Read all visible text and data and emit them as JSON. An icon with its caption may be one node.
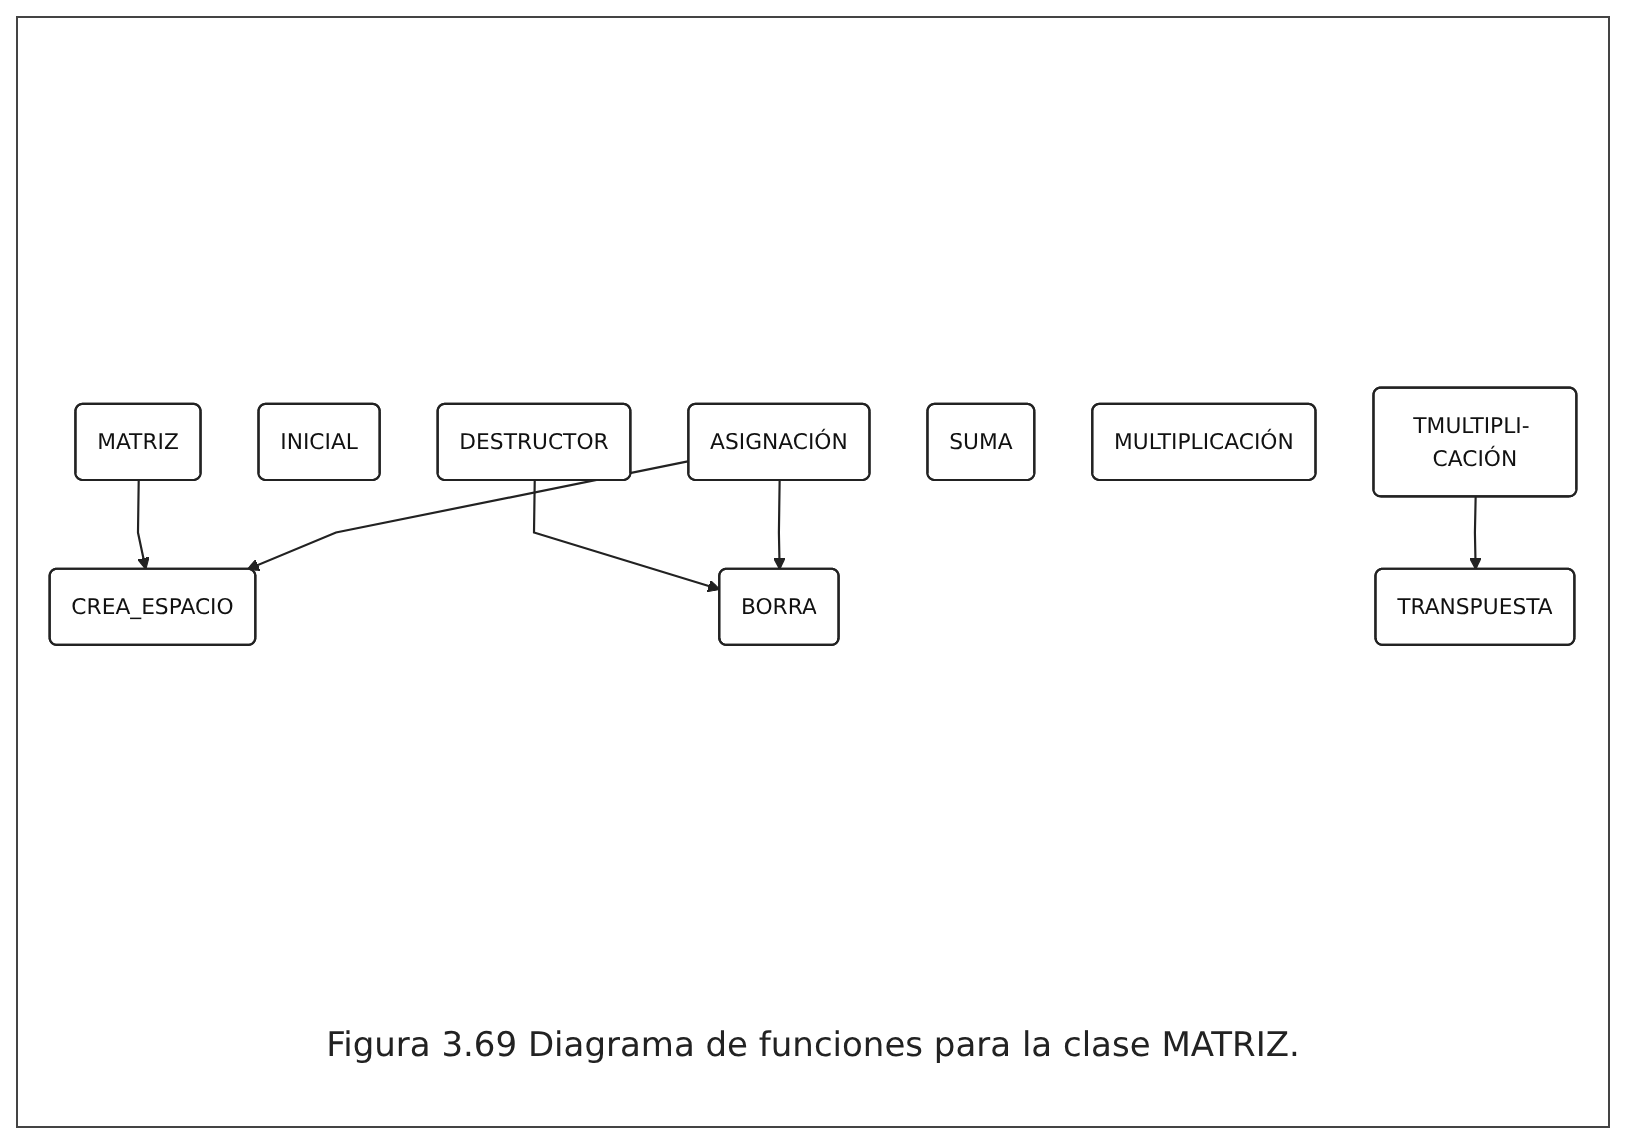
{
  "diagram": {
    "caption": "Figura 3.69 Diagrama de funciones para la clase MATRIZ.",
    "nodes": [
      {
        "text": [
          "MATRIZ"
        ]
      },
      {
        "text": [
          "INICIAL"
        ]
      },
      {
        "text": [
          "DESTRUCTOR"
        ]
      },
      {
        "text": [
          "CREA_ESPACIO"
        ]
      },
      {
        "text": [
          "ASIGNACIÓN"
        ]
      },
      {
        "text": [
          "BORRA"
        ]
      },
      {
        "text": [
          "SUMA"
        ]
      },
      {
        "text": [
          "MULTIPLICACIÓN"
        ]
      },
      {
        "text": [
          "TRANSPUESTA"
        ]
      },
      {
        "text": [
          "TMULTIPLI- CACIÓN"
        ]
      }
    ],
    "edges": [
      {
        "from": 0,
        "to": 3,
        "arrow": "to"
      },
      {
        "from": 2,
        "to": 5,
        "arrow": "to"
      },
      {
        "from": 4,
        "to": 3,
        "arrow": "to"
      },
      {
        "from": 4,
        "to": 5,
        "arrow": "to"
      },
      {
        "from": 9,
        "to": 8,
        "arrow": "to"
      }
    ]
  }
}
